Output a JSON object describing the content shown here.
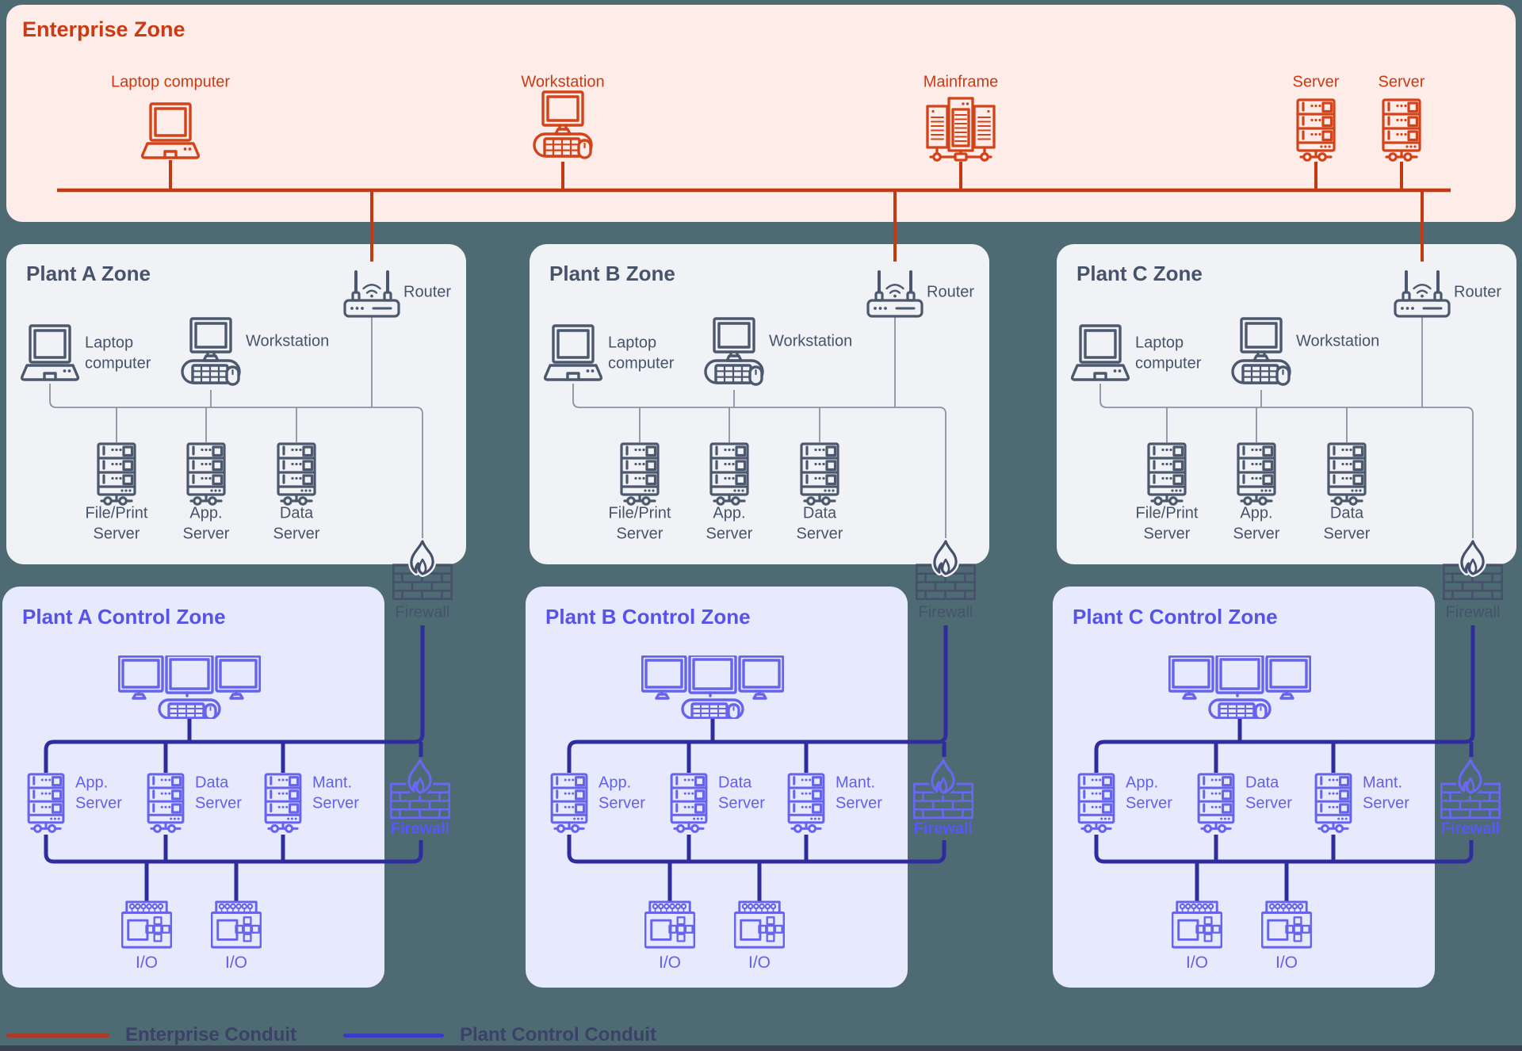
{
  "page": {
    "background_color": "#4e6a72",
    "description_colors": {
      "enterprise_accent": "#cb3a12",
      "enterprise_card": "#fdece7",
      "plant_card": "#f1f2f5",
      "control_card": "#e7e9fc",
      "slate_text": "#46536b",
      "purple_text": "#6360ea",
      "navy_conduit": "#2f2d9e",
      "red_conduit": "#c23a12"
    }
  },
  "enterprise_zone": {
    "title": "Enterprise Zone",
    "device_labels": [
      "Laptop computer",
      "Workstation",
      "Mainframe",
      "Server",
      "Server"
    ]
  },
  "plant_zones": [
    {
      "title": "Plant A Zone",
      "router_label": "Router",
      "laptop_label": "Laptop computer",
      "workstation_label": "Workstation",
      "server_labels": [
        "File/Print Server",
        "App. Server",
        "Data Server"
      ],
      "firewall_label": "Firewall"
    },
    {
      "title": "Plant B Zone",
      "router_label": "Router",
      "laptop_label": "Laptop computer",
      "workstation_label": "Workstation",
      "server_labels": [
        "File/Print Server",
        "App. Server",
        "Data Server"
      ],
      "firewall_label": "Firewall"
    },
    {
      "title": "Plant C Zone",
      "router_label": "Router",
      "laptop_label": "Laptop computer",
      "workstation_label": "Workstation",
      "server_labels": [
        "File/Print Server",
        "App. Server",
        "Data Server"
      ],
      "firewall_label": "Firewall"
    }
  ],
  "control_zones": [
    {
      "title": "Plant A Control Zone",
      "server_labels": [
        "App. Server",
        "Data Server",
        "Mant. Server"
      ],
      "firewall_label": "Firewall",
      "io_labels": [
        "I/O",
        "I/O"
      ]
    },
    {
      "title": "Plant B Control Zone",
      "server_labels": [
        "App. Server",
        "Data Server",
        "Mant. Server"
      ],
      "firewall_label": "Firewall",
      "io_labels": [
        "I/O",
        "I/O"
      ]
    },
    {
      "title": "Plant C Control Zone",
      "server_labels": [
        "App. Server",
        "Data Server",
        "Mant. Server"
      ],
      "firewall_label": "Firewall",
      "io_labels": [
        "I/O",
        "I/O"
      ]
    }
  ],
  "legend": {
    "items": [
      {
        "label": "Enterprise Conduit",
        "color": "#a93b28"
      },
      {
        "label": "Plant Control Conduit",
        "color": "#3c39c2"
      }
    ]
  }
}
